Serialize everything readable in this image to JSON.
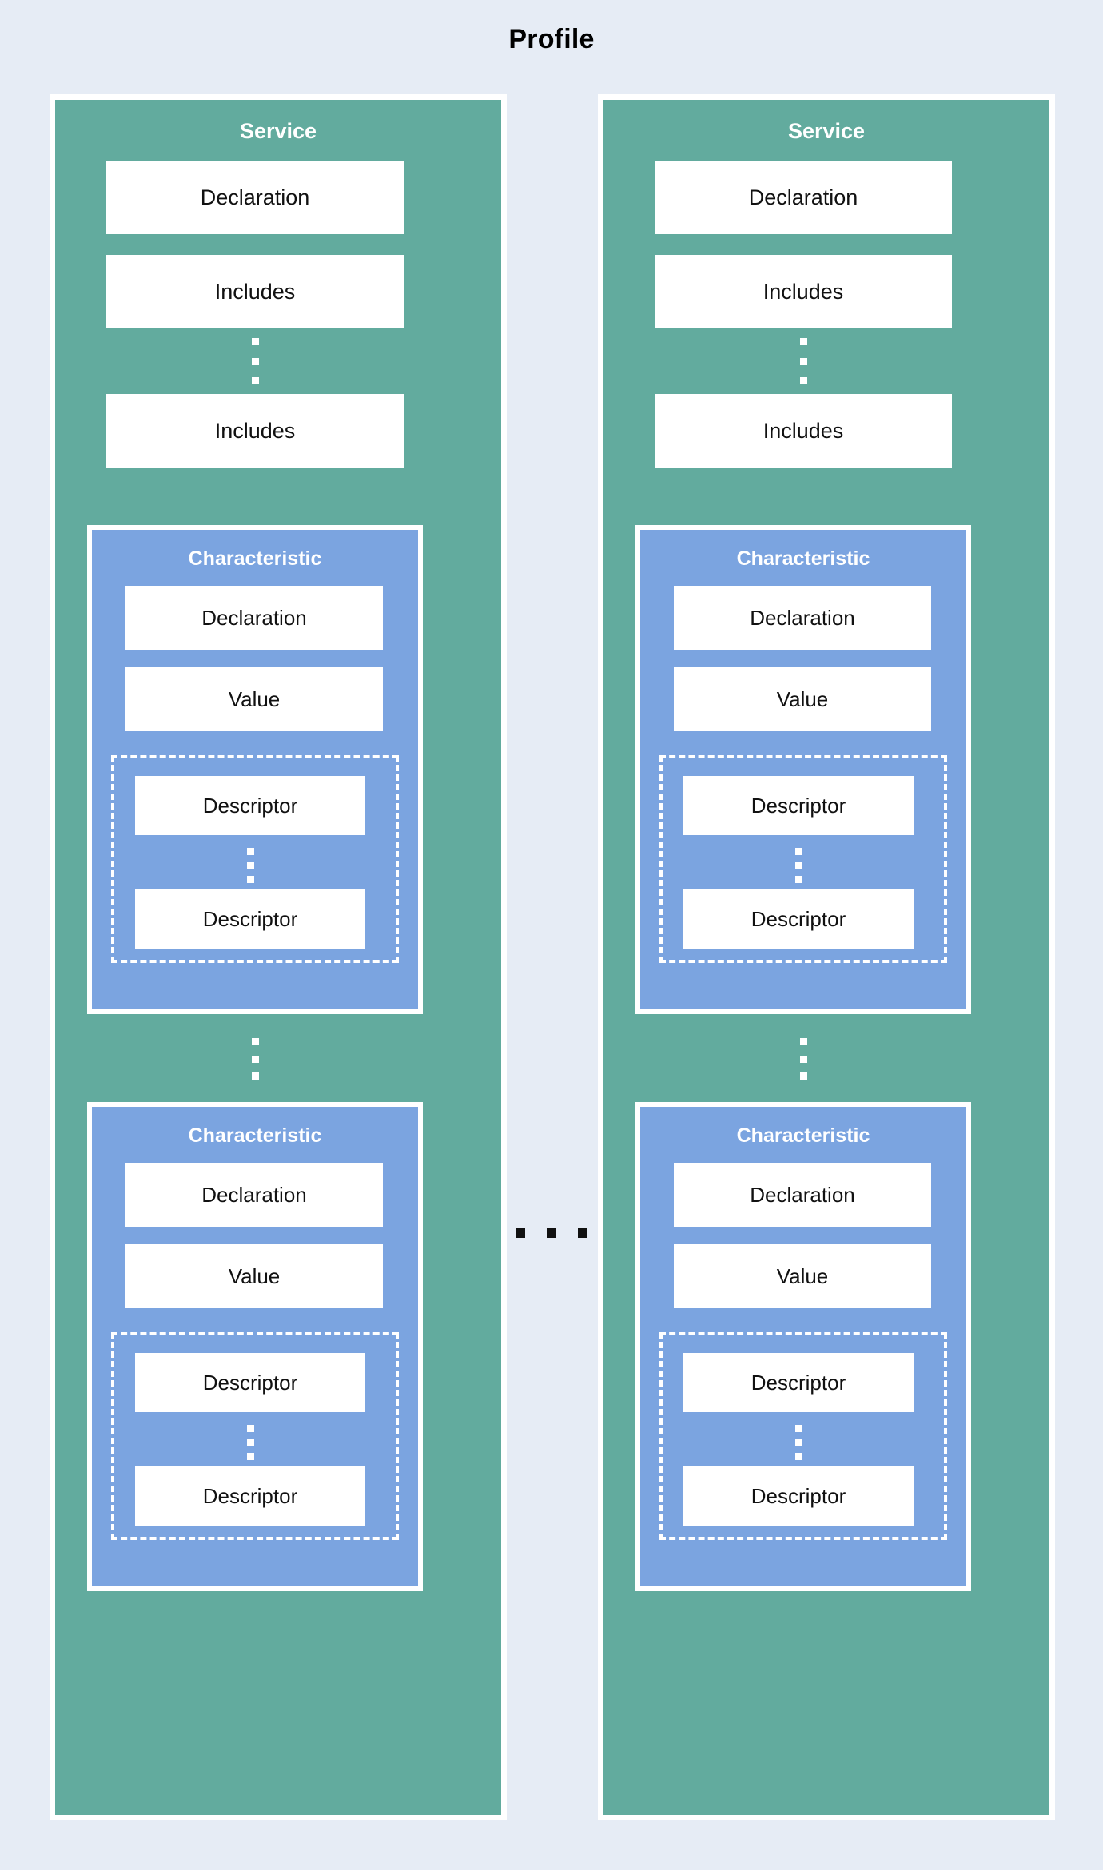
{
  "title": "Profile",
  "colors": {
    "background": "#e6ecf5",
    "service_fill": "#62ab9e",
    "characteristic_fill": "#7ba4e0",
    "leaf_fill": "#ffffff",
    "border": "#ffffff",
    "text_dark": "#111111",
    "text_light": "#ffffff"
  },
  "labels": {
    "service": "Service",
    "declaration": "Declaration",
    "includes": "Includes",
    "characteristic": "Characteristic",
    "value": "Value",
    "descriptor": "Descriptor"
  },
  "services": [
    {
      "title": "Service",
      "declaration": "Declaration",
      "includes_first": "Includes",
      "includes_last": "Includes",
      "includes_ellipsis": "vertical-ellipsis",
      "characteristics": [
        {
          "title": "Characteristic",
          "declaration": "Declaration",
          "value": "Value",
          "descriptors": {
            "first": "Descriptor",
            "last": "Descriptor",
            "ellipsis": "vertical-ellipsis"
          }
        },
        {
          "title": "Characteristic",
          "declaration": "Declaration",
          "value": "Value",
          "descriptors": {
            "first": "Descriptor",
            "last": "Descriptor",
            "ellipsis": "vertical-ellipsis"
          }
        }
      ],
      "characteristics_ellipsis": "vertical-ellipsis"
    },
    {
      "title": "Service",
      "declaration": "Declaration",
      "includes_first": "Includes",
      "includes_last": "Includes",
      "includes_ellipsis": "vertical-ellipsis",
      "characteristics": [
        {
          "title": "Characteristic",
          "declaration": "Declaration",
          "value": "Value",
          "descriptors": {
            "first": "Descriptor",
            "last": "Descriptor",
            "ellipsis": "vertical-ellipsis"
          }
        },
        {
          "title": "Characteristic",
          "declaration": "Declaration",
          "value": "Value",
          "descriptors": {
            "first": "Descriptor",
            "last": "Descriptor",
            "ellipsis": "vertical-ellipsis"
          }
        }
      ],
      "characteristics_ellipsis": "vertical-ellipsis"
    }
  ],
  "services_ellipsis": "horizontal-ellipsis"
}
